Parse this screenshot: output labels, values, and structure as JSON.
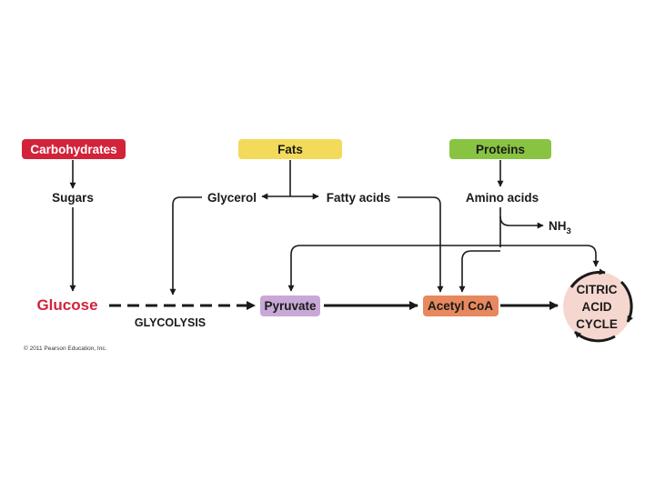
{
  "sources": {
    "carbohydrates": {
      "label": "Carbohydrates",
      "fill": "#d2233a",
      "text_color": "#ffffff"
    },
    "fats": {
      "label": "Fats",
      "fill": "#f3da5a",
      "text_color": "#1a1a1a"
    },
    "proteins": {
      "label": "Proteins",
      "fill": "#88c442",
      "text_color": "#1a1a1a"
    }
  },
  "intermediates": {
    "sugars": "Sugars",
    "glycerol": "Glycerol",
    "fatty_acids": "Fatty acids",
    "amino_acids": "Amino acids",
    "nh3_base": "NH",
    "nh3_sub": "3"
  },
  "main_path": {
    "glucose": {
      "label": "Glucose",
      "color": "#d2233a"
    },
    "glycolysis": "GLYCOLYSIS",
    "pyruvate": {
      "label": "Pyruvate",
      "fill": "#c8a8d6"
    },
    "acetyl_coa": {
      "label": "Acetyl CoA",
      "fill": "#e8885e"
    },
    "citric_acid_cycle": {
      "line1": "CITRIC",
      "line2": "ACID",
      "line3": "CYCLE",
      "fill": "#f6d7cf"
    }
  },
  "copyright": "© 2011 Pearson Education, Inc."
}
